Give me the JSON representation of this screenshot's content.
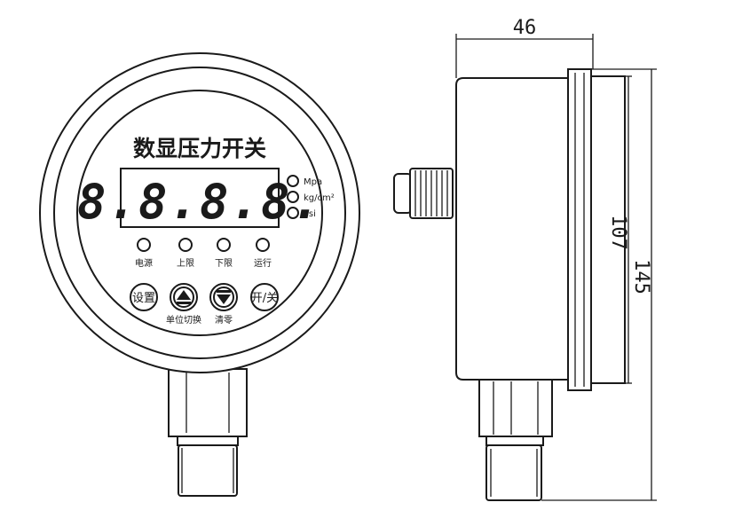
{
  "front_view": {
    "title": "数显压力开关",
    "display": "8.8.8.8.",
    "units": [
      "Mpa",
      "kg/cm²",
      "Psi"
    ],
    "indicators": [
      "电源",
      "上限",
      "下限",
      "运行"
    ],
    "buttons": {
      "set": "设置",
      "onoff": "开/关"
    },
    "button_captions": {
      "unit_switch": "单位切换",
      "zero": "清零"
    }
  },
  "side_view": {
    "dimensions": {
      "depth": "46",
      "body_height": "107",
      "total_height": "145"
    }
  }
}
